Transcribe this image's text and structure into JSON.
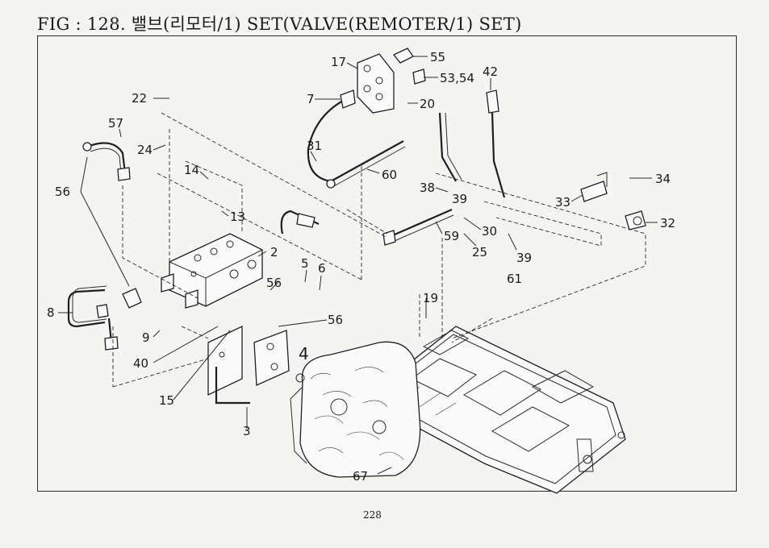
{
  "figure": {
    "title": "FIG : 128. 밸브(리모터/1) SET(VALVE(REMOTER/1) SET)",
    "page_number": "228"
  },
  "callouts": [
    {
      "id": "c55",
      "label": "55"
    },
    {
      "id": "c17",
      "label": "17"
    },
    {
      "id": "c5354",
      "label": "53,54"
    },
    {
      "id": "c42",
      "label": "42"
    },
    {
      "id": "c7",
      "label": "7"
    },
    {
      "id": "c20",
      "label": "20"
    },
    {
      "id": "c22",
      "label": "22"
    },
    {
      "id": "c57",
      "label": "57"
    },
    {
      "id": "c24",
      "label": "24"
    },
    {
      "id": "c31",
      "label": "31"
    },
    {
      "id": "c60",
      "label": "60"
    },
    {
      "id": "c14",
      "label": "14"
    },
    {
      "id": "c56a",
      "label": "56"
    },
    {
      "id": "c13",
      "label": "13"
    },
    {
      "id": "c38",
      "label": "38"
    },
    {
      "id": "c39a",
      "label": "39"
    },
    {
      "id": "c33",
      "label": "33"
    },
    {
      "id": "c34",
      "label": "34"
    },
    {
      "id": "c32",
      "label": "32"
    },
    {
      "id": "c30",
      "label": "30"
    },
    {
      "id": "c59",
      "label": "59"
    },
    {
      "id": "c25",
      "label": "25"
    },
    {
      "id": "c39b",
      "label": "39"
    },
    {
      "id": "c61",
      "label": "61"
    },
    {
      "id": "c2",
      "label": "2"
    },
    {
      "id": "c5",
      "label": "5"
    },
    {
      "id": "c6",
      "label": "6"
    },
    {
      "id": "c56b",
      "label": "56"
    },
    {
      "id": "c8",
      "label": "8"
    },
    {
      "id": "c19",
      "label": "19"
    },
    {
      "id": "c56c",
      "label": "56"
    },
    {
      "id": "c9",
      "label": "9"
    },
    {
      "id": "c40",
      "label": "40"
    },
    {
      "id": "c4",
      "label": "4"
    },
    {
      "id": "c15",
      "label": "15"
    },
    {
      "id": "c3",
      "label": "3"
    },
    {
      "id": "c67",
      "label": "67"
    }
  ]
}
